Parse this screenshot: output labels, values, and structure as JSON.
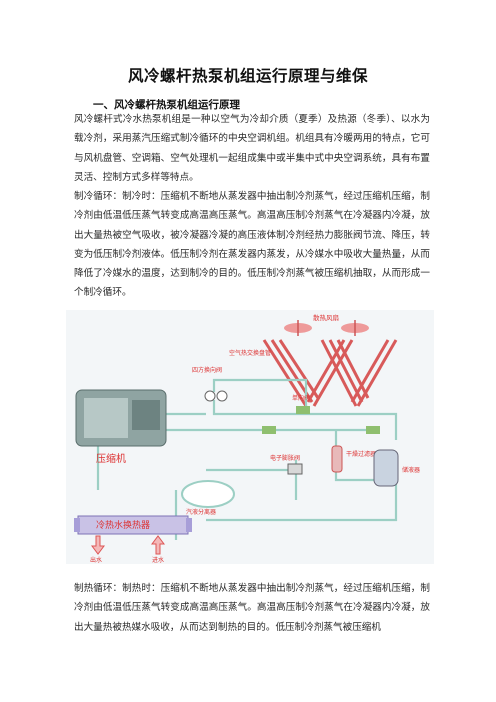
{
  "document": {
    "title": "风冷螺杆热泵机组运行原理与维保",
    "section_heading": "一、风冷螺杆热泵机组运行原理",
    "paragraph_intro": "风冷螺杆式冷水热泵机组是一种以空气为冷却介质（夏季）及热源（冬季）、以水为载冷剂，采用蒸汽压缩式制冷循环的中央空调机组。机组具有冷暖两用的特点，它可与风机盘管、空调箱、空气处理机一起组成集中或半集中式中央空调系统，具有布置灵活、控制方式多样等特点。",
    "paragraph_cooling": "制冷循环：制冷时：压缩机不断地从蒸发器中抽出制冷剂蒸气，经过压缩机压缩，制冷剂由低温低压蒸气转变成高温高压蒸气。高温高压制冷剂蒸气在冷凝器内冷凝，放出大量热被空气吸收，被冷凝器冷凝的高压液体制冷剂经热力膨胀阀节流、降压，转变为低压制冷剂液体。低压制冷剂在蒸发器内蒸发，从冷媒水中吸收大量热量，从而降低了冷媒水的温度，达到制冷的目的。低压制冷剂蒸气被压缩机抽取，从而形成一个制冷循环。",
    "paragraph_heating": "制热循环：制热时：压缩机不断地从蒸发器中抽出制冷剂蒸气，经过压缩机压缩，制冷剂由低温低压蒸气转变成高温高压蒸气。高温高压制冷剂蒸气在冷凝器内冷凝，放出大量热被热媒水吸收，从而达到制热的目的。低压制冷剂蒸气被压缩机"
  },
  "diagram": {
    "labels": {
      "fan": "散热风扇",
      "air_coil": "空气热交换盘管",
      "four_way": "四方换向阀",
      "check_valve": "单向阀",
      "compressor": "压缩机",
      "dryer": "干燥过滤器",
      "expansion": "电子膨胀阀",
      "receiver": "储液器",
      "separator": "汽液分离器",
      "water_hx": "冷热水换热器",
      "water_out": "出水",
      "water_in": "进水"
    }
  }
}
